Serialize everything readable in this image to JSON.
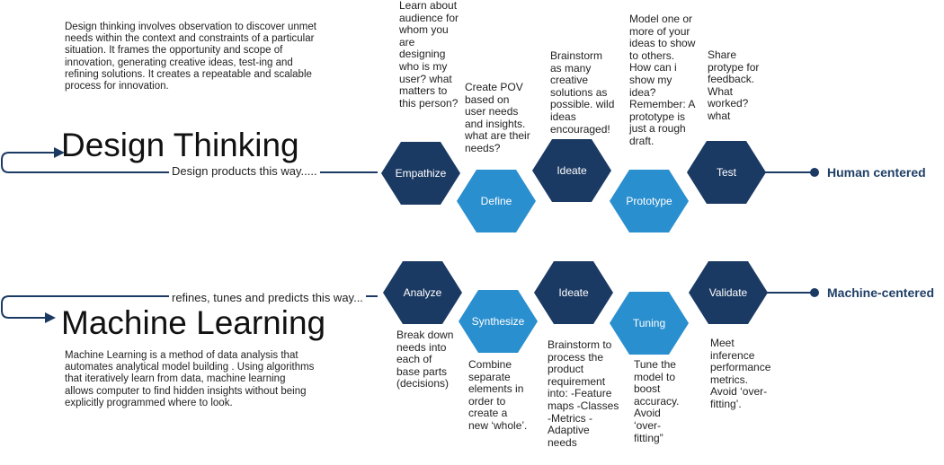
{
  "colors": {
    "dark_hex": "#1b3a63",
    "light_hex": "#2a8fcf",
    "line": "#1b3a63"
  },
  "design_thinking": {
    "intro": "Design thinking involves observation to discover unmet needs within the context and constraints of a particular situation. It frames the opportunity and scope of innovation, generating creative ideas, test-ing and refining solutions. It creates a repeatable and scalable process for innovation.",
    "title": "Design Thinking",
    "subtitle": "Design products this way.....",
    "endpoint": "Human centered",
    "steps": [
      {
        "label": "Empathize",
        "note": "Learn about audience for whom you are designing who is my user? what matters to this person?"
      },
      {
        "label": "Define",
        "note": "Create POV based on user needs and insights. what are their needs?"
      },
      {
        "label": "Ideate",
        "note": "Brainstorm as many creative solutions as possible. wild ideas encouraged!"
      },
      {
        "label": "Prototype",
        "note": "Model one or more of your ideas to show to others. How can i show my idea? Remember: A prototype is just a rough draft."
      },
      {
        "label": "Test",
        "note": "Share protype for feedback. What worked? what"
      }
    ]
  },
  "machine_learning": {
    "subtitle": "refines, tunes and predicts this way...",
    "title": "Machine Learning",
    "intro": "Machine Learning is a method of data analysis that automates analytical model building . Using algorithms that iteratively learn from data, machine learning allows computer to find hidden insights without being explicitly programmed where to look.",
    "endpoint": "Machine-centered",
    "steps": [
      {
        "label": "Analyze",
        "note": "Break down needs into each of base parts (decisions)"
      },
      {
        "label": "Synthesize",
        "note": "Combine separate elements in order to create a new ‘whole’."
      },
      {
        "label": "Ideate",
        "note": "Brainstorm to process the product requirement into: -Feature maps -Classes -Metrics -Adaptive needs"
      },
      {
        "label": "Tuning",
        "note": "Tune the model to boost accuracy. Avoid ‘over-fitting”"
      },
      {
        "label": "Validate",
        "note": "Meet inference performance metrics. Avoid ‘over-fitting’."
      }
    ]
  }
}
